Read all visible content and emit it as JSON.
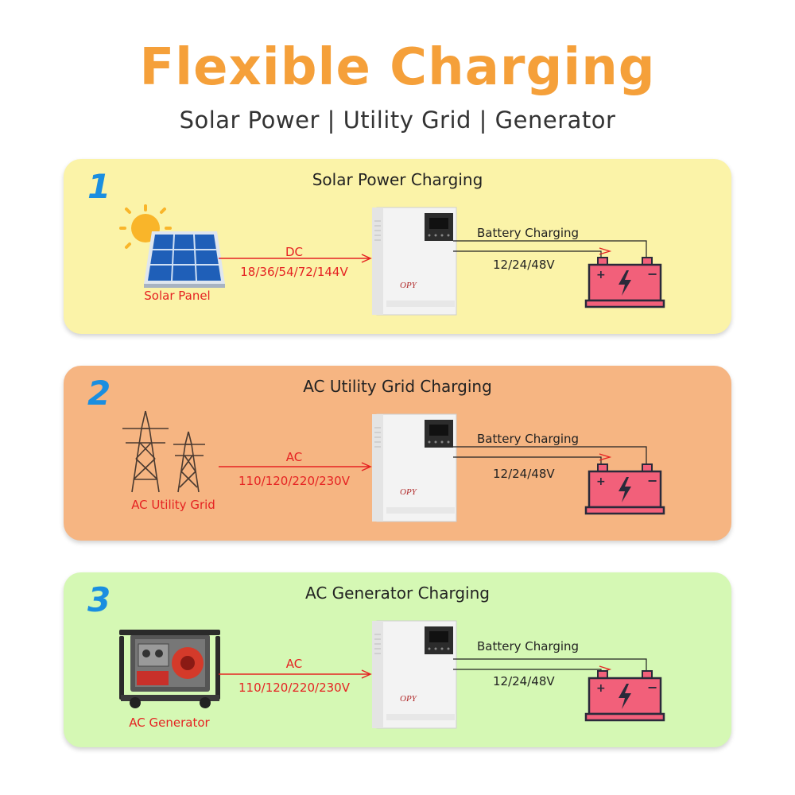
{
  "header": {
    "title": "Flexible Charging",
    "subtitle": "Solar Power | Utility Grid | Generator"
  },
  "panels": [
    {
      "number": "1",
      "title": "Solar Power Charging",
      "source_label": "Solar Panel",
      "current_type": "DC",
      "input_voltage": "18/36/54/72/144V",
      "battery_label": "Battery Charging",
      "battery_voltage": "12/24/48V",
      "inverter_brand": "OPY",
      "bg_color": "#fbf3a8"
    },
    {
      "number": "2",
      "title": "AC Utility Grid Charging",
      "source_label": "AC Utility Grid",
      "current_type": "AC",
      "input_voltage": "110/120/220/230V",
      "battery_label": "Battery Charging",
      "battery_voltage": "12/24/48V",
      "inverter_brand": "OPY",
      "bg_color": "#f6b582"
    },
    {
      "number": "3",
      "title": "AC Generator Charging",
      "source_label": "AC Generator",
      "current_type": "AC",
      "input_voltage": "110/120/220/230V",
      "battery_label": "Battery Charging",
      "battery_voltage": "12/24/48V",
      "inverter_brand": "OPY",
      "bg_color": "#d5f8b4"
    }
  ],
  "colors": {
    "title": "#f5a03a",
    "number": "#1a8ee0",
    "red_text": "#e52222",
    "battery_body": "#f2607a",
    "battery_outline": "#2a2a3a"
  },
  "icons": [
    "sun-icon",
    "solar-panel-icon",
    "power-tower-icon",
    "generator-icon",
    "inverter-icon",
    "battery-icon"
  ]
}
